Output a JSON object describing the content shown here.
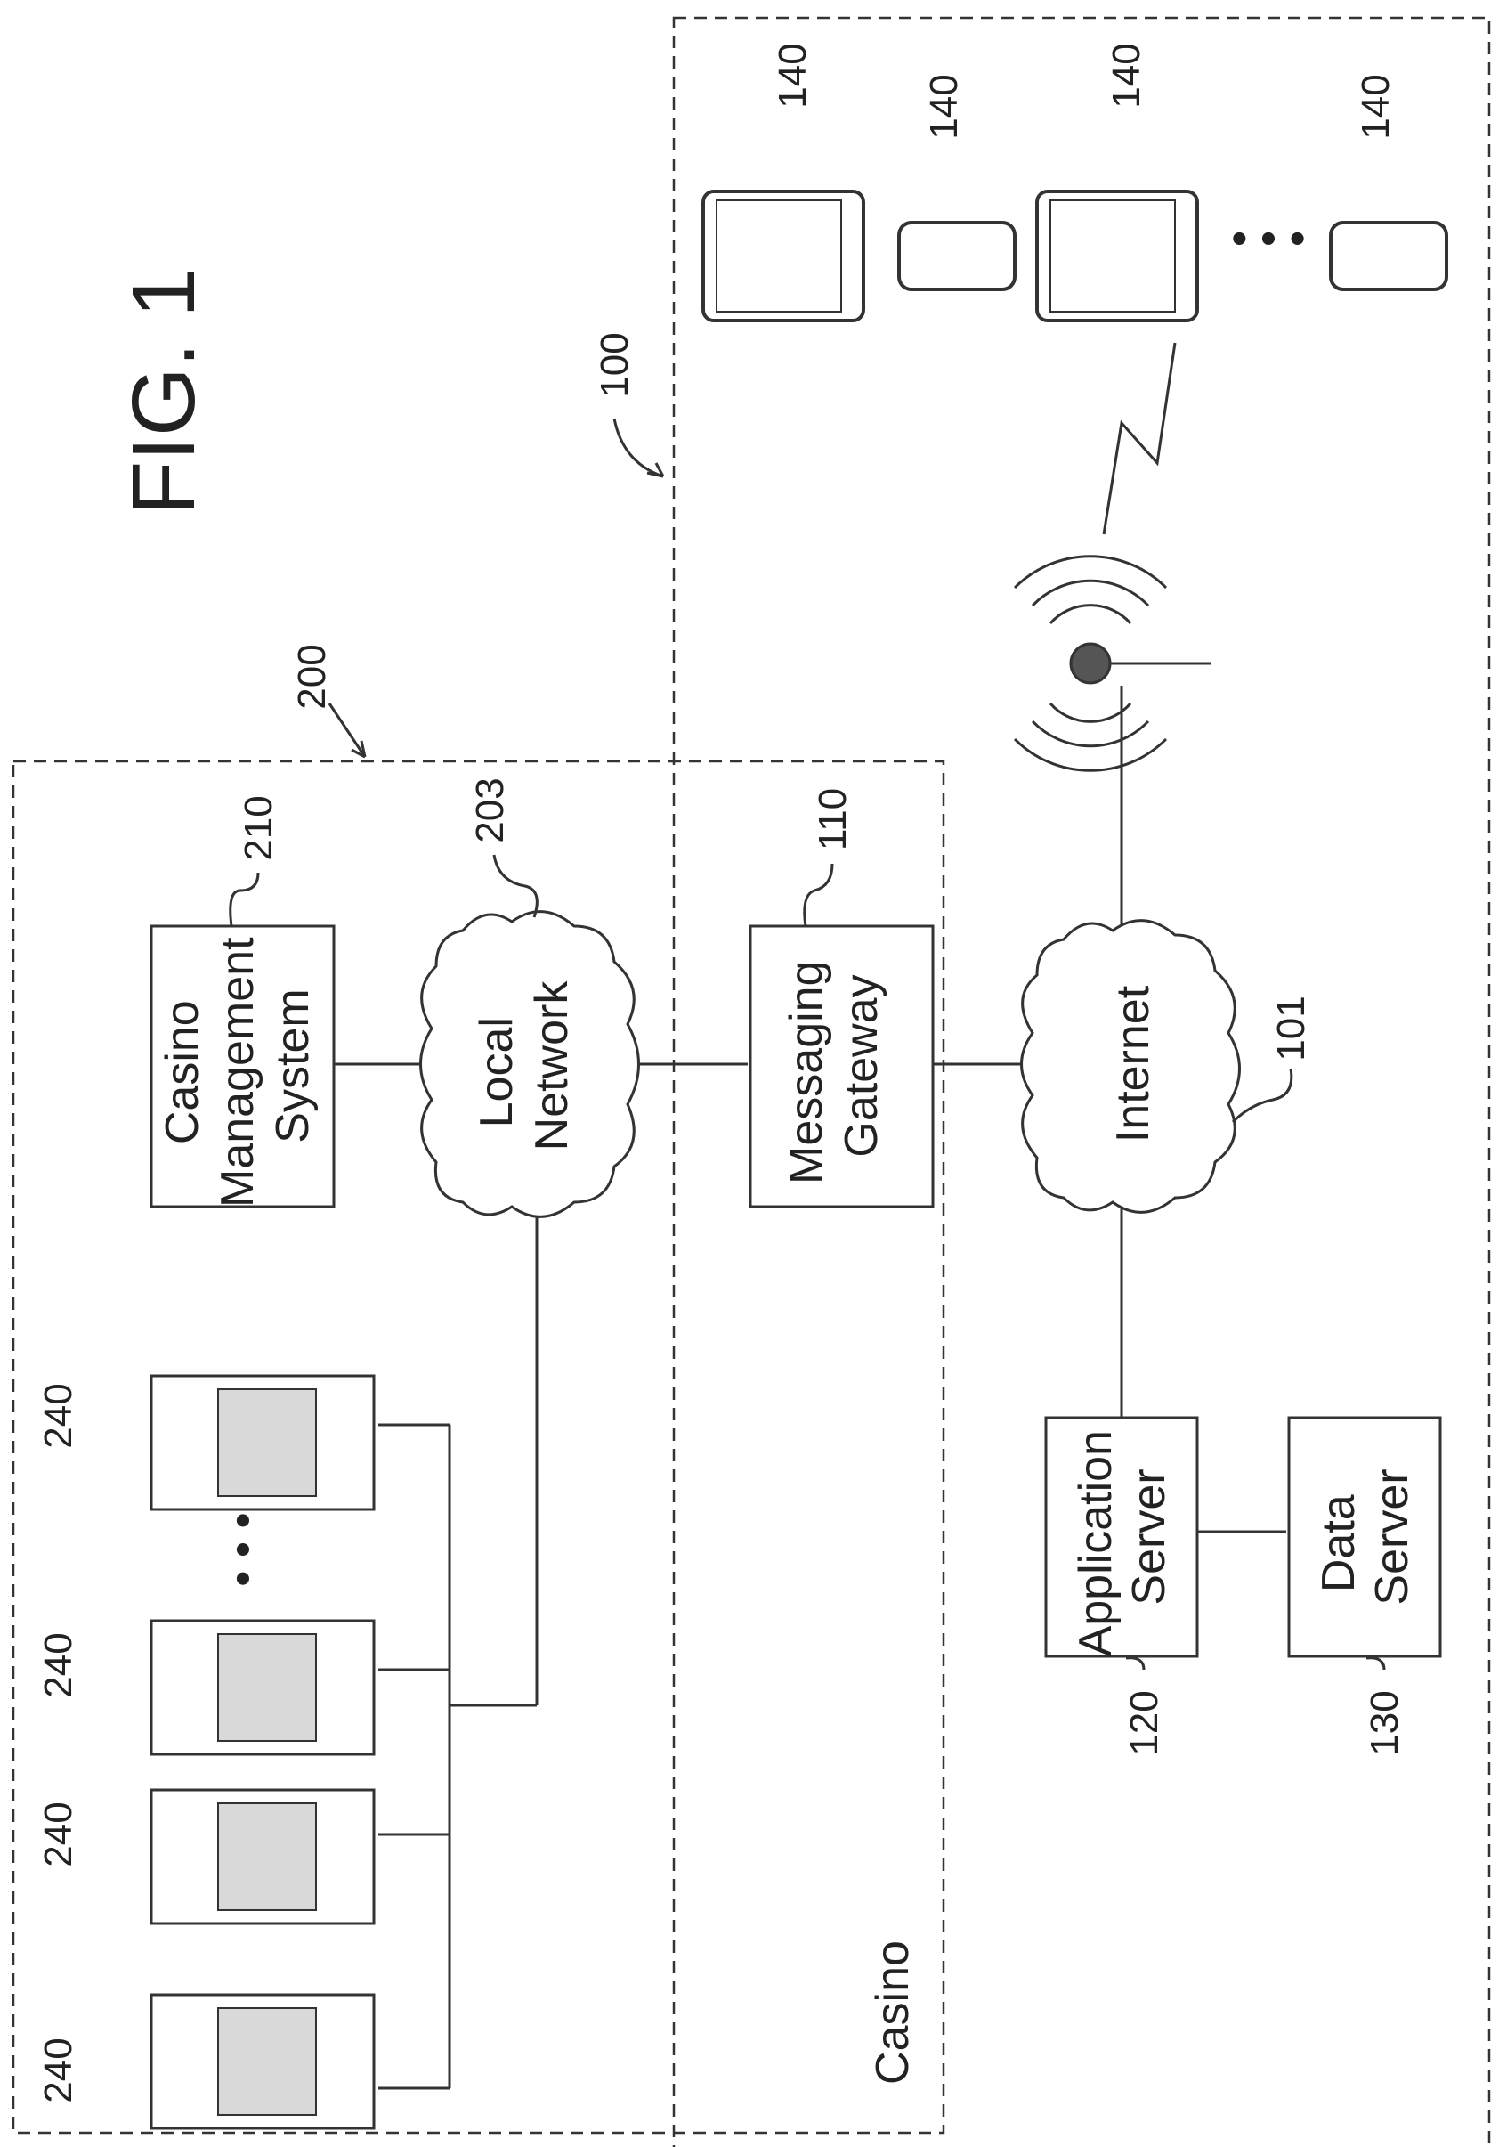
{
  "figure_label": "FIG. 1",
  "regions": {
    "system_100": {
      "ref": "100"
    },
    "casino_200": {
      "ref": "200",
      "label": "Casino"
    }
  },
  "nodes": {
    "casino_management_system": {
      "lines": [
        "Casino",
        "Management",
        "System"
      ],
      "ref": "210"
    },
    "local_network": {
      "lines": [
        "Local",
        "Network"
      ],
      "ref": "203"
    },
    "messaging_gateway": {
      "lines": [
        "Messaging",
        "Gateway"
      ],
      "ref": "110"
    },
    "internet": {
      "lines": [
        "Internet"
      ],
      "ref": "101"
    },
    "application_server": {
      "lines": [
        "Application",
        "Server"
      ],
      "ref": "120"
    },
    "data_server": {
      "lines": [
        "Data",
        "Server"
      ],
      "ref": "130"
    }
  },
  "gaming_machines": {
    "ref": "240",
    "count_shown": 4,
    "icon": "slot-machine-icon"
  },
  "mobile_devices": {
    "ref": "140",
    "count_shown": 4,
    "icons": [
      "tablet-icon",
      "phone-icon",
      "tablet-icon",
      "phone-icon"
    ]
  },
  "wireless": {
    "icon": "wireless-antenna-icon",
    "link_icon": "lightning-bolt-icon"
  },
  "ellipsis": "• • •"
}
